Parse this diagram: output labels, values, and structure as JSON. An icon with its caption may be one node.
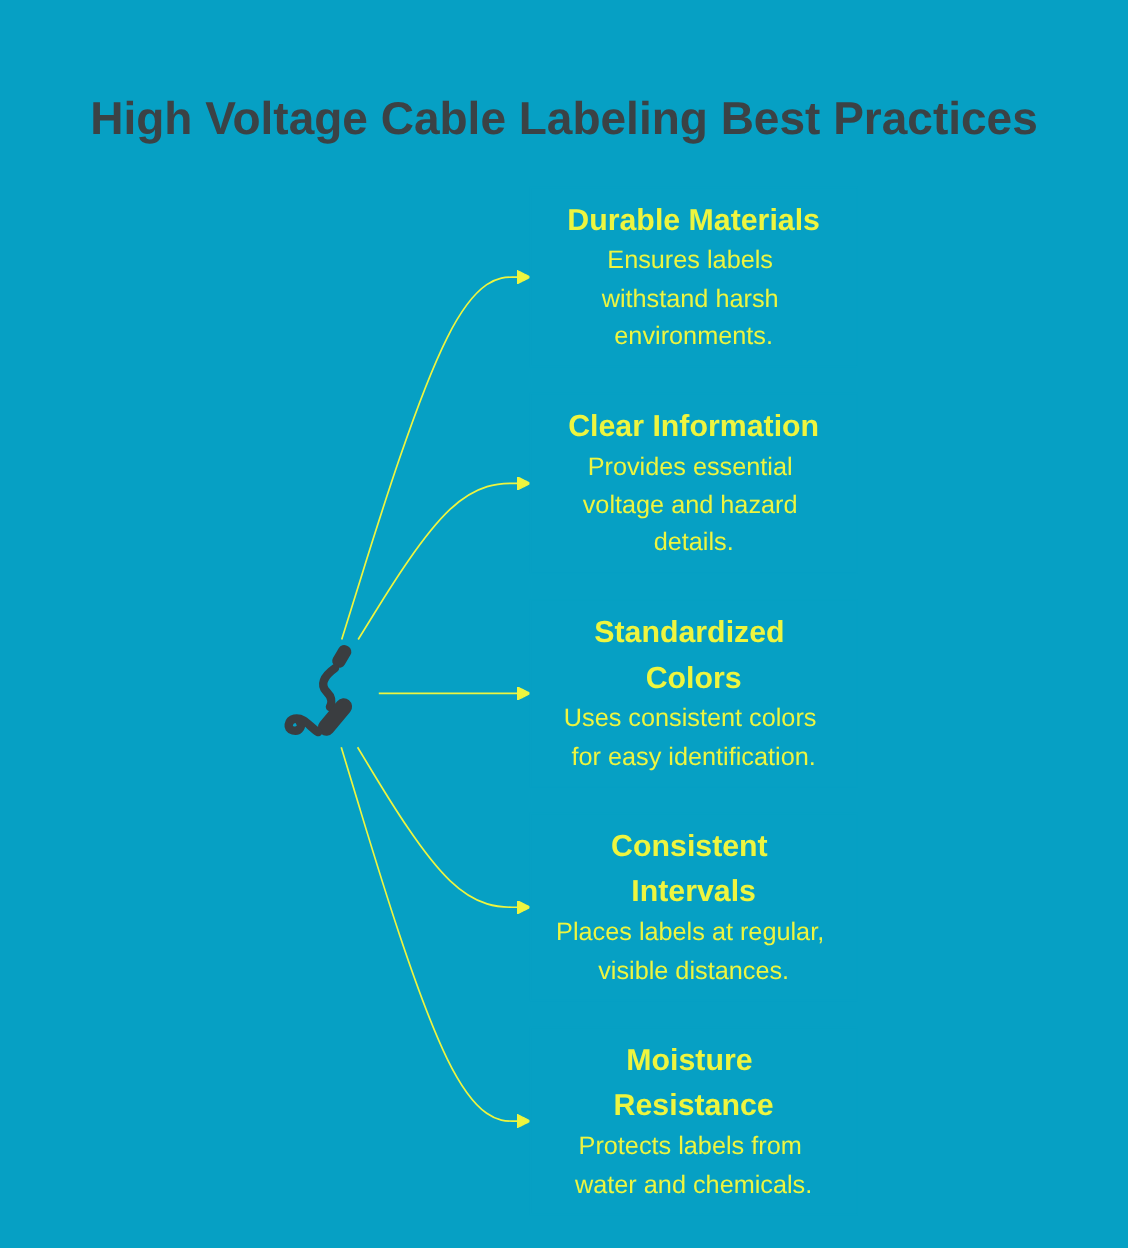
{
  "diagram": {
    "title": "High Voltage Cable Labeling Best Practices",
    "nodes": [
      {
        "text": [
          "Durable Materials",
          "Ensures labels withstand harsh environments."
        ]
      },
      {
        "text": [
          "Moisture Resistance",
          "Protects labels from water and chemicals."
        ]
      },
      {
        "text": [
          "Clear Information",
          "Provides essential voltage and hazard details."
        ]
      },
      {
        "text": [],
        "shape": "picture"
      },
      {
        "text": [
          "Consistent Intervals",
          "Places labels at regular, visible distances."
        ]
      },
      {
        "text": [
          "Standardized Colors",
          "Uses consistent colors for easy identification."
        ]
      }
    ],
    "edges": [
      {
        "from": 3,
        "to": 0,
        "arrow": "to"
      },
      {
        "from": 3,
        "to": 2,
        "arrow": "to"
      },
      {
        "from": 3,
        "to": 5,
        "arrow": "to"
      },
      {
        "from": 3,
        "to": 4,
        "arrow": "to"
      },
      {
        "from": 3,
        "to": 1,
        "arrow": "to"
      }
    ]
  }
}
